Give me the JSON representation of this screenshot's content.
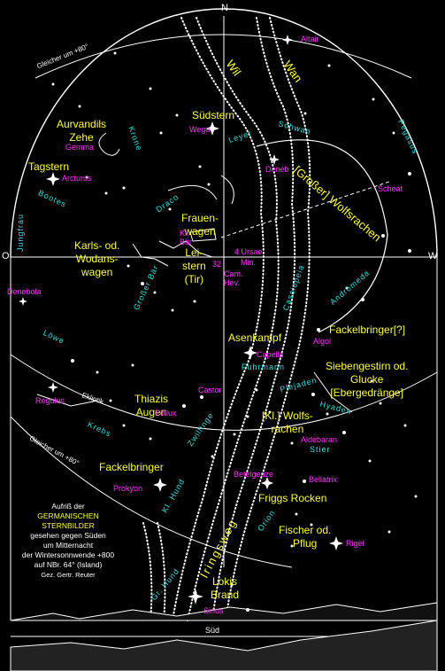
{
  "directions": {
    "north": "N",
    "west": "W",
    "east": "O",
    "south": "Süd"
  },
  "circles": {
    "upper": "Gleicher um +80°",
    "lower": "Gleicher um +80°",
    "ecliptic": "Ekliptik"
  },
  "milky_way": {
    "wil": "Wil",
    "wan": "Wan",
    "iringsweg": "Iringsweg"
  },
  "germanic_names": {
    "aurvandil": "Aurvandils\nZehe",
    "suedstern": "Südstern",
    "tagstern": "Tagstern",
    "frauenwagen": "Frauen-\nwagen",
    "grosser_wolfsrachen": "[Großer] Wolfsrachen",
    "karls_wagen": "Karls- od.\nWodans-\nwagen",
    "leitstern": "Lei-\nstern\n(Tir)",
    "fackelbringer_q": "Fackelbringer[?]",
    "asenkampf": "Asenkampf",
    "siebengestirn": "Siebengestirn od.\nGlucke\n[Ebergedränge]",
    "thiazis_augen": "Thiazis\nAugen",
    "kl_wolfsrachen": "[Kl.] Wolfs-\nrachen",
    "fackelbringer": "Fackelbringer",
    "friggs_rocken": "Friggs Rocken",
    "fischer_pflug": "Fischer od.\nPflug",
    "lokis_brand": "Lokis\nBrand"
  },
  "stars": {
    "altair": "Altair",
    "gemma": "Gemma",
    "wega": "Wega",
    "arcturus": "Arcturus",
    "deneb": "Deneb",
    "scheat": "Scheat",
    "kl_baer": "Kl.\nBär",
    "polaris_4": "4 Ursae",
    "min": "Min.",
    "cam_hev": "Cam.\nHev.",
    "n32": "32",
    "denebola": "Denebola",
    "algol": "Algol",
    "capella": "Capella",
    "regulus": "Regulus",
    "castor": "Castor",
    "pollux": "Pollux",
    "aldebaran": "Aldebaran",
    "betelgeuze": "Betelgeuze",
    "bellatrix": "Bellatrix",
    "prokyon": "Prokyon",
    "rigel": "Rigel",
    "sirius": "Sirius"
  },
  "constellations": {
    "krone": "Krone",
    "leyer": "Leyer",
    "schwan": "Schwan",
    "pegasus": "Pegasus",
    "bootes": "Bootes",
    "draco": "Draco",
    "jungfrau": "Jungfrau",
    "grosser_baer": "Großer Bär",
    "cassiopeia": "Cassiopeia",
    "andromeda": "Andromeda",
    "loewe": "Löwe",
    "fuhrmann": "Fuhrmann",
    "plejaden": "Plejaden",
    "hyaden": "Hyaden",
    "stier": "Stier",
    "krebs": "Krebs",
    "zwillinge": "Zwillinge",
    "kl_hund": "Kl. Hund",
    "orion": "Orion",
    "gr_hund": "Gr. Hund"
  },
  "caption": {
    "l1": "Aufriß der",
    "l2": "GERMANISCHEN",
    "l3": "STERNBILDER",
    "l4": "gesehen gegen Süden",
    "l5": "um Mitternacht",
    "l6": "der Wintersonnwende +800",
    "l7": "auf NBr. 64° (Island)",
    "l8": "Gez. Gertr. Reuter"
  },
  "colors": {
    "background": "#000000",
    "germanic": "#ffff33",
    "star_names": "#ff33ff",
    "constellations": "#33e0e0",
    "lines": "#ffffff"
  }
}
